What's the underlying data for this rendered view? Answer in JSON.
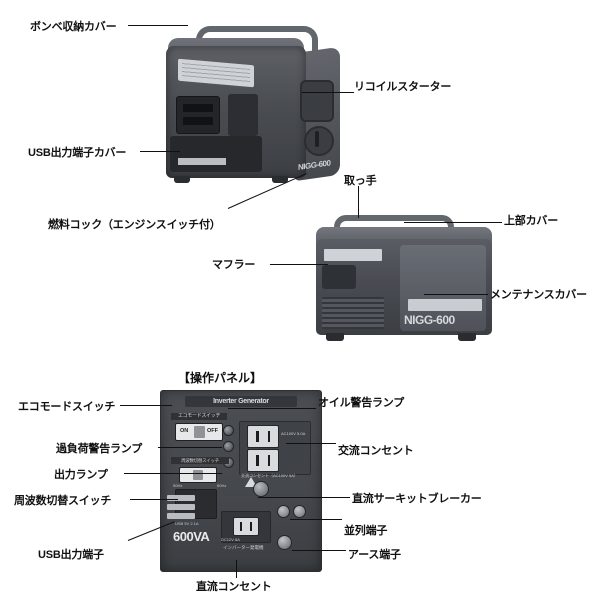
{
  "figure": {
    "panel_title": "【操作パネル】"
  },
  "unit1": {
    "brand_text": "NIGG-600",
    "callouts": [
      {
        "id": "bombe-cover",
        "label": "ボンベ収納カバー"
      },
      {
        "id": "usb-terminal-cover",
        "label": "USB出力端子カバー"
      },
      {
        "id": "fuel-cock",
        "label": "燃料コック（エンジンスイッチ付）"
      },
      {
        "id": "recoil-starter",
        "label": "リコイルスターター"
      }
    ]
  },
  "unit2": {
    "brand_text": "NIGG-600",
    "callouts": [
      {
        "id": "handle",
        "label": "取っ手"
      },
      {
        "id": "top-cover",
        "label": "上部カバー"
      },
      {
        "id": "maintenance-cover",
        "label": "メンテナンスカバー"
      },
      {
        "id": "muffler",
        "label": "マフラー"
      }
    ]
  },
  "control_panel": {
    "brand_bar": "Inverter Generator",
    "eco_switch": {
      "caption": "エコモードスイッチ",
      "on": "ON",
      "off": "OFF"
    },
    "frequency_switch": {
      "caption": "周波数切替スイッチ",
      "left": "50Hz",
      "right": "60Hz"
    },
    "lamps": [
      {
        "id": "oil-warning-lamp",
        "label": "オイル警告ランプ"
      },
      {
        "id": "overload-warning-lamp",
        "label": "過負荷警告ランプ"
      },
      {
        "id": "output-lamp",
        "label": "出力ランプ"
      }
    ],
    "ac_outlet": {
      "label": "交流コンセント",
      "note_top": "AC100V 5.0A",
      "note_bottom": "交流コンセント（AC100V 5A）"
    },
    "dc_breaker": {
      "label": "直流サーキットブレーカー"
    },
    "parallel_terminal": {
      "label": "並列端子"
    },
    "ground_terminal": {
      "label": "アース端子"
    },
    "usb_terminal": {
      "label": "USB出力端子"
    },
    "dc_outlet": {
      "label": "直流コンセント",
      "note": "DC12V 8A"
    },
    "rating": "600VA",
    "bottom_text": "インバーター発電機",
    "small_texts": {
      "eco_label": "エコモードスイッチ",
      "freq_label": "周波数切替スイッチ",
      "usb_note": "USB 5V 2.1A",
      "dc_note": "DC12V 8A"
    }
  },
  "callout_labels": {
    "bombe_cover": "ボンベ収納カバー",
    "usb_cover": "USB出力端子カバー",
    "fuel_cock": "燃料コック（エンジンスイッチ付）",
    "recoil_starter": "リコイルスターター",
    "handle": "取っ手",
    "top_cover": "上部カバー",
    "maintenance_cover": "メンテナンスカバー",
    "muffler": "マフラー",
    "eco_mode_switch": "エコモードスイッチ",
    "overload_lamp": "過負荷警告ランプ",
    "output_lamp": "出力ランプ",
    "freq_switch": "周波数切替スイッチ",
    "usb_out": "USB出力端子",
    "oil_lamp": "オイル警告ランプ",
    "ac_outlet": "交流コンセント",
    "dc_breaker": "直流サーキットブレーカー",
    "parallel_terminal": "並列端子",
    "ground_terminal": "アース端子",
    "dc_outlet": "直流コンセント"
  },
  "colors": {
    "background": "#ffffff",
    "text": "#111111",
    "body_dark": "#44474c",
    "body_light": "#70737a"
  }
}
